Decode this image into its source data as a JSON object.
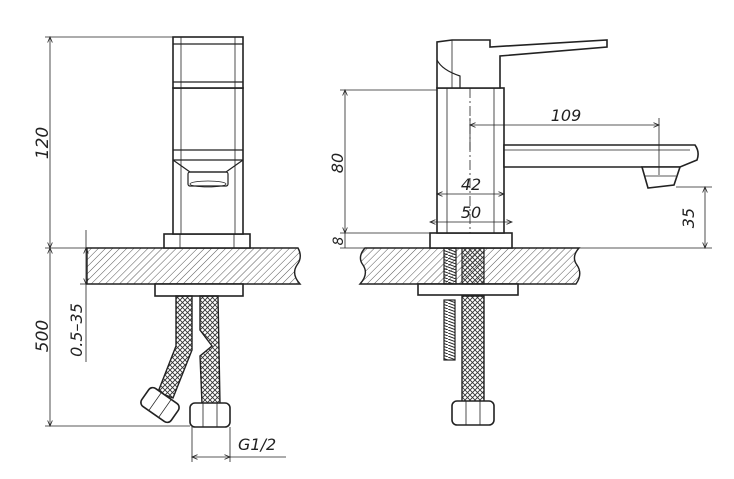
{
  "dimensions": {
    "height_120": "120",
    "depth_500": "500",
    "thickness_range": "0.5–35",
    "thread": "G1/2",
    "reach_109": "109",
    "height_80": "80",
    "base_42": "42",
    "base_50": "50",
    "plate_8": "8",
    "spout_35": "35"
  }
}
